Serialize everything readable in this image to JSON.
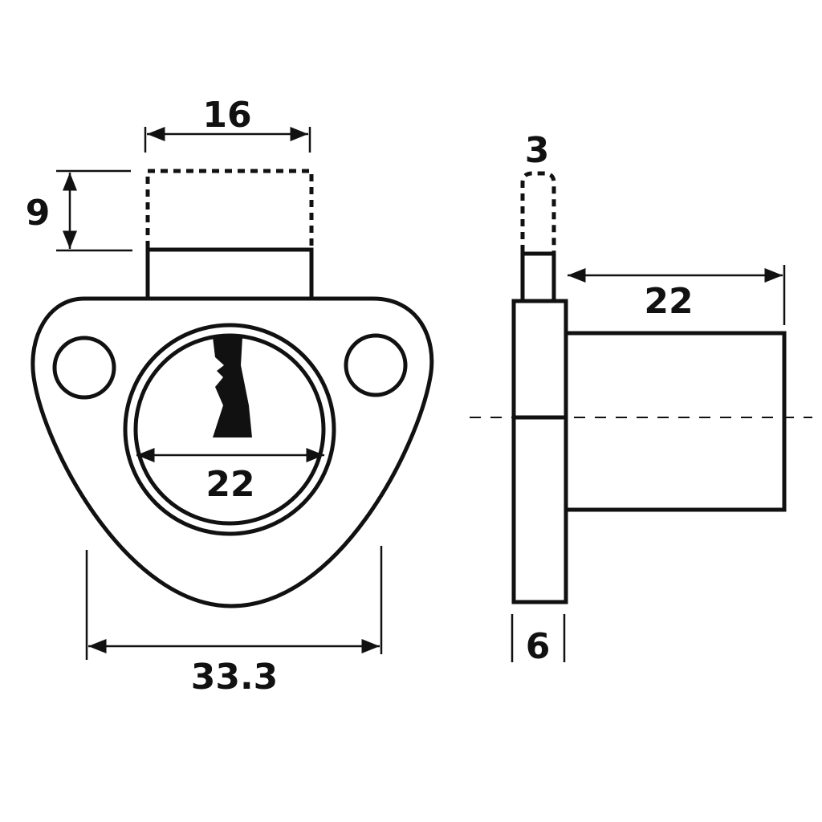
{
  "front_view": {
    "tab_width": "16",
    "tab_travel": "9",
    "cylinder_diameter": "22",
    "body_width": "33.3"
  },
  "side_view": {
    "pin_thickness": "3",
    "cylinder_length": "22",
    "plate_thickness": "6"
  },
  "colors": {
    "line": "#111111",
    "background": "#ffffff"
  }
}
